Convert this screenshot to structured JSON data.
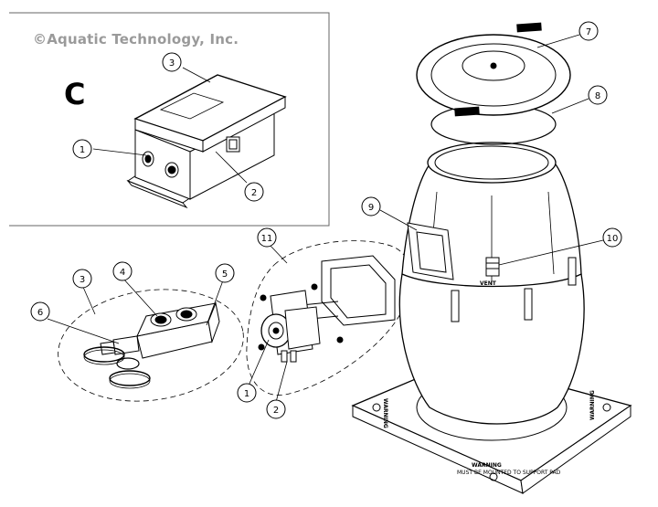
{
  "copyright": "©Aquatic Technology, Inc.",
  "section_letter": "C",
  "callouts": {
    "control_box": [
      "1",
      "2",
      "3"
    ],
    "fittings": [
      "3",
      "4",
      "5",
      "6"
    ],
    "pump": [
      "1",
      "2",
      "11"
    ],
    "tank": [
      "7",
      "8",
      "9",
      "10"
    ]
  },
  "labels": {
    "vent": "VENT",
    "warning": "WARNING",
    "warning_subtext": "MUST BE MOUNTED TO SUPPORT PAD",
    "side_warning": "WARNING"
  },
  "colors": {
    "line": "#000000",
    "frame": "#666666",
    "watermark": "#9a9a9a"
  }
}
